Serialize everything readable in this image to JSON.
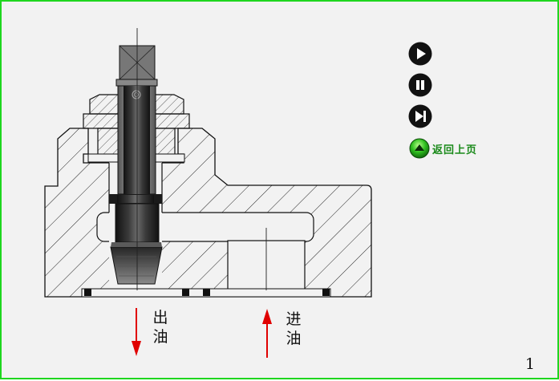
{
  "controls": {
    "play": {
      "icon": "play-icon"
    },
    "pause": {
      "icon": "pause-icon"
    },
    "next": {
      "icon": "skip-next-icon"
    }
  },
  "navigation": {
    "back_label": "返回上页",
    "back_icon": "green-up-arrow-icon"
  },
  "diagram": {
    "outlet_label": "出\n油",
    "inlet_label": "进\n油"
  },
  "footer": {
    "page_number": "1"
  },
  "colors": {
    "border": "#1fd61f",
    "background": "#f2f2f2",
    "flow_arrow": "#e00000",
    "back_text": "#1a8a1a"
  }
}
